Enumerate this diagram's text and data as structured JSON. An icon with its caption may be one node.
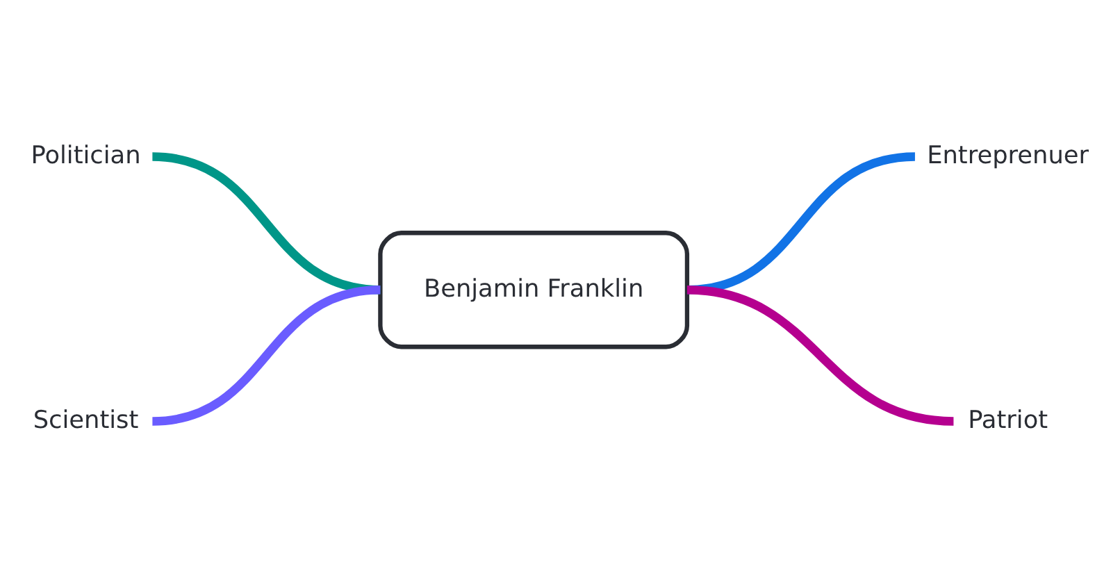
{
  "diagram": {
    "nodes": [
      {
        "text": [
          "Politician"
        ]
      },
      {
        "text": [
          "Entreprenuer"
        ]
      },
      {
        "text": [
          "Benjamin Franklin"
        ]
      },
      {
        "text": [
          "Scientist"
        ]
      },
      {
        "text": [
          "Patriot"
        ]
      }
    ],
    "edges": [
      {
        "from": 0,
        "to": 2,
        "arrow": "none",
        "color": "#009688"
      },
      {
        "from": 2,
        "to": 1,
        "arrow": "none",
        "color": "#1273e6"
      },
      {
        "from": 3,
        "to": 2,
        "arrow": "none",
        "color": "#6a5cff"
      },
      {
        "from": 2,
        "to": 4,
        "arrow": "none",
        "color": "#b5008f"
      }
    ]
  }
}
